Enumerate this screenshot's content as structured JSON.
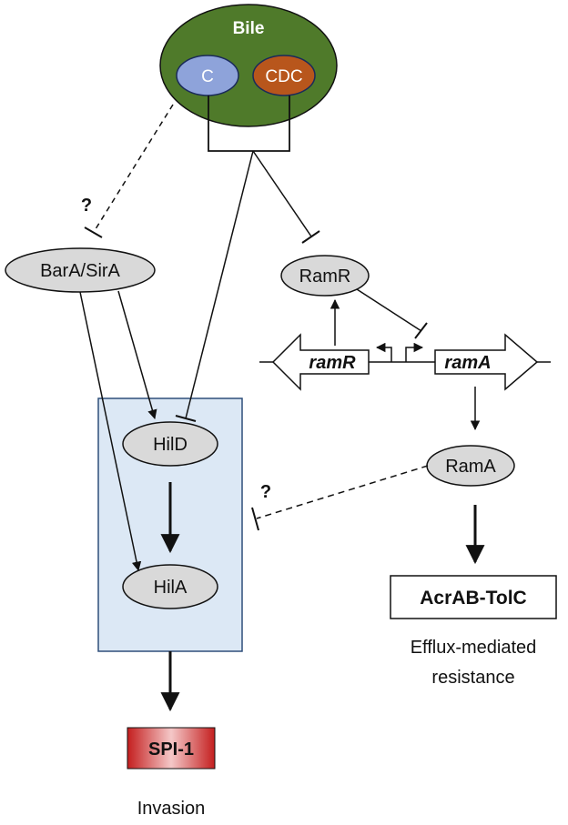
{
  "diagram": {
    "bile": {
      "label": "Bile",
      "c_label": "C",
      "cdc_label": "CDC"
    },
    "nodes": {
      "barA_sirA": "BarA/SirA",
      "ramR": "RamR",
      "hilD": "HilD",
      "hilA": "HilA",
      "ramA": "RamA",
      "acrab_tolc": "AcrAB-TolC",
      "spi1": "SPI-1"
    },
    "genes": {
      "ramR": "ramR",
      "ramA": "ramA"
    },
    "question_marks": {
      "top_left": "?",
      "middle_right": "?"
    },
    "captions": {
      "efflux_line1": "Efflux-mediated",
      "efflux_line2": "resistance",
      "invasion": "Invasion"
    },
    "colors": {
      "bile_fill": "#4f7a2a",
      "c_fill": "#8ea3da",
      "cdc_fill": "#b8561c",
      "node_fill": "#d9d9d9",
      "box_fill": "#dce8f5",
      "box_stroke": "#2e4f7a",
      "spi1_dark": "#c41e1e",
      "spi1_light": "#f4c8c8"
    }
  }
}
